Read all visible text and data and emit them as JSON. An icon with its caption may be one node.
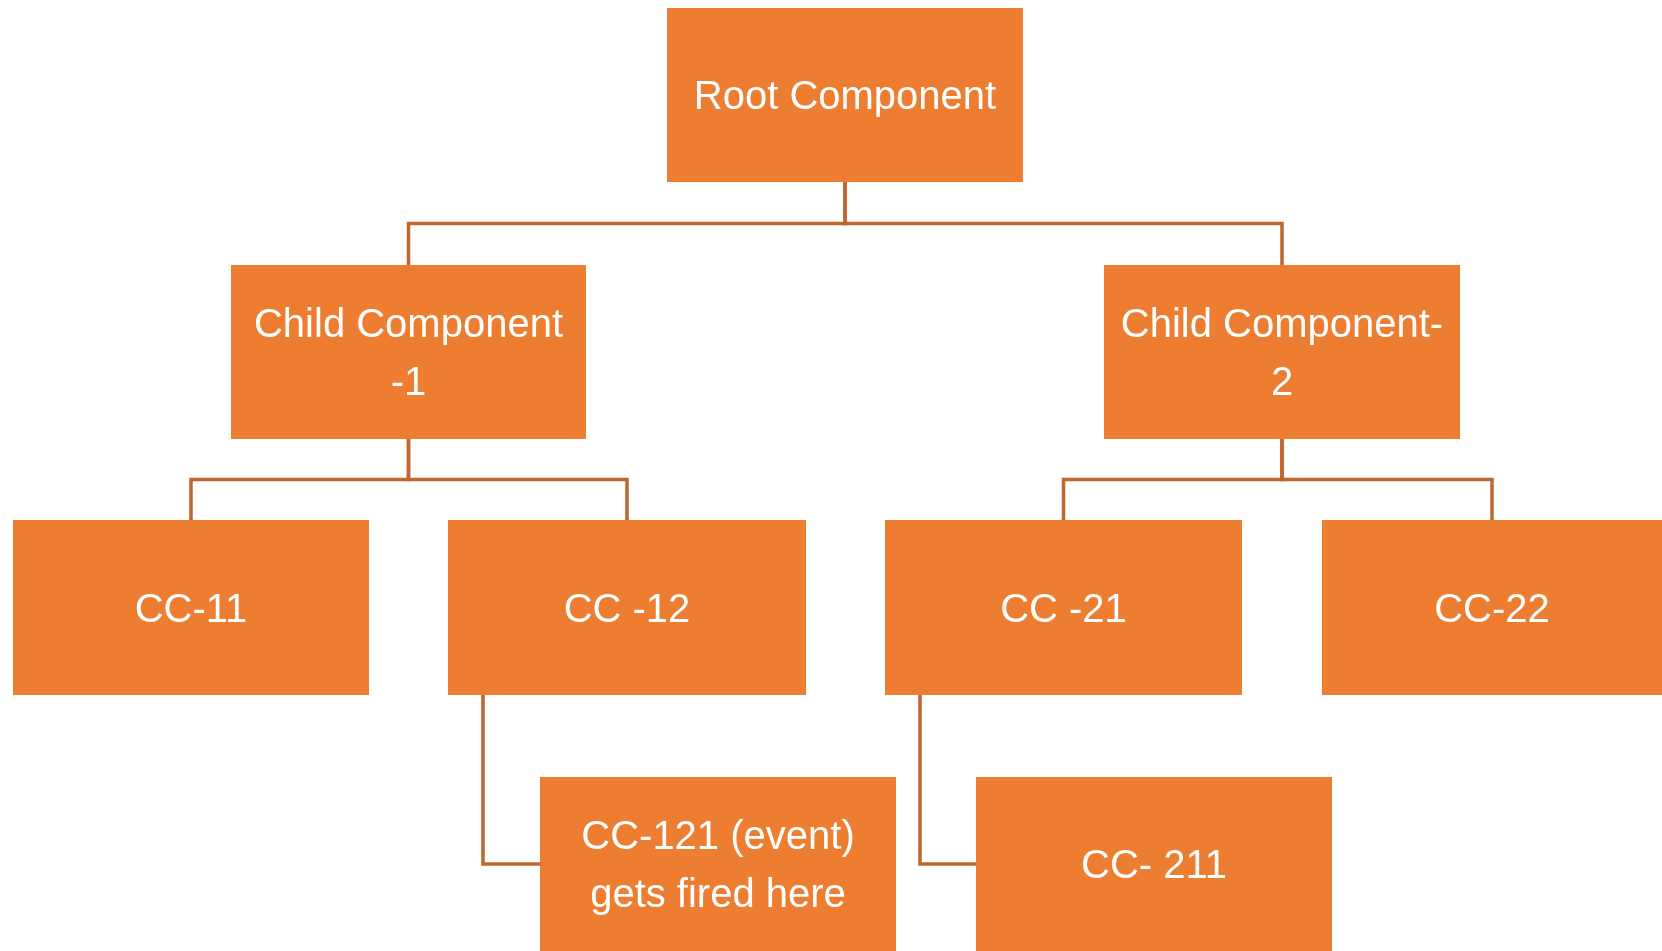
{
  "diagram": {
    "nodes": [
      {
        "text": [
          "Root Component"
        ]
      },
      {
        "text": [
          "Child Component -1"
        ]
      },
      {
        "text": [
          "Child Component- 2"
        ]
      },
      {
        "text": [
          "CC-11"
        ]
      },
      {
        "text": [
          "CC -12"
        ]
      },
      {
        "text": [
          "CC -21"
        ]
      },
      {
        "text": [
          "CC-22"
        ]
      },
      {
        "text": [
          "CC-121 (event) gets fired here"
        ]
      },
      {
        "text": [
          "CC- 211"
        ]
      }
    ],
    "edges": [
      {
        "from": 0,
        "to": 1,
        "arrow": "none"
      },
      {
        "from": 0,
        "to": 2,
        "arrow": "none"
      },
      {
        "from": 1,
        "to": 3,
        "arrow": "none"
      },
      {
        "from": 1,
        "to": 4,
        "arrow": "none"
      },
      {
        "from": 2,
        "to": 5,
        "arrow": "none"
      },
      {
        "from": 2,
        "to": 6,
        "arrow": "none"
      },
      {
        "from": 4,
        "to": 7,
        "arrow": "none"
      },
      {
        "from": 5,
        "to": 8,
        "arrow": "none"
      }
    ]
  }
}
